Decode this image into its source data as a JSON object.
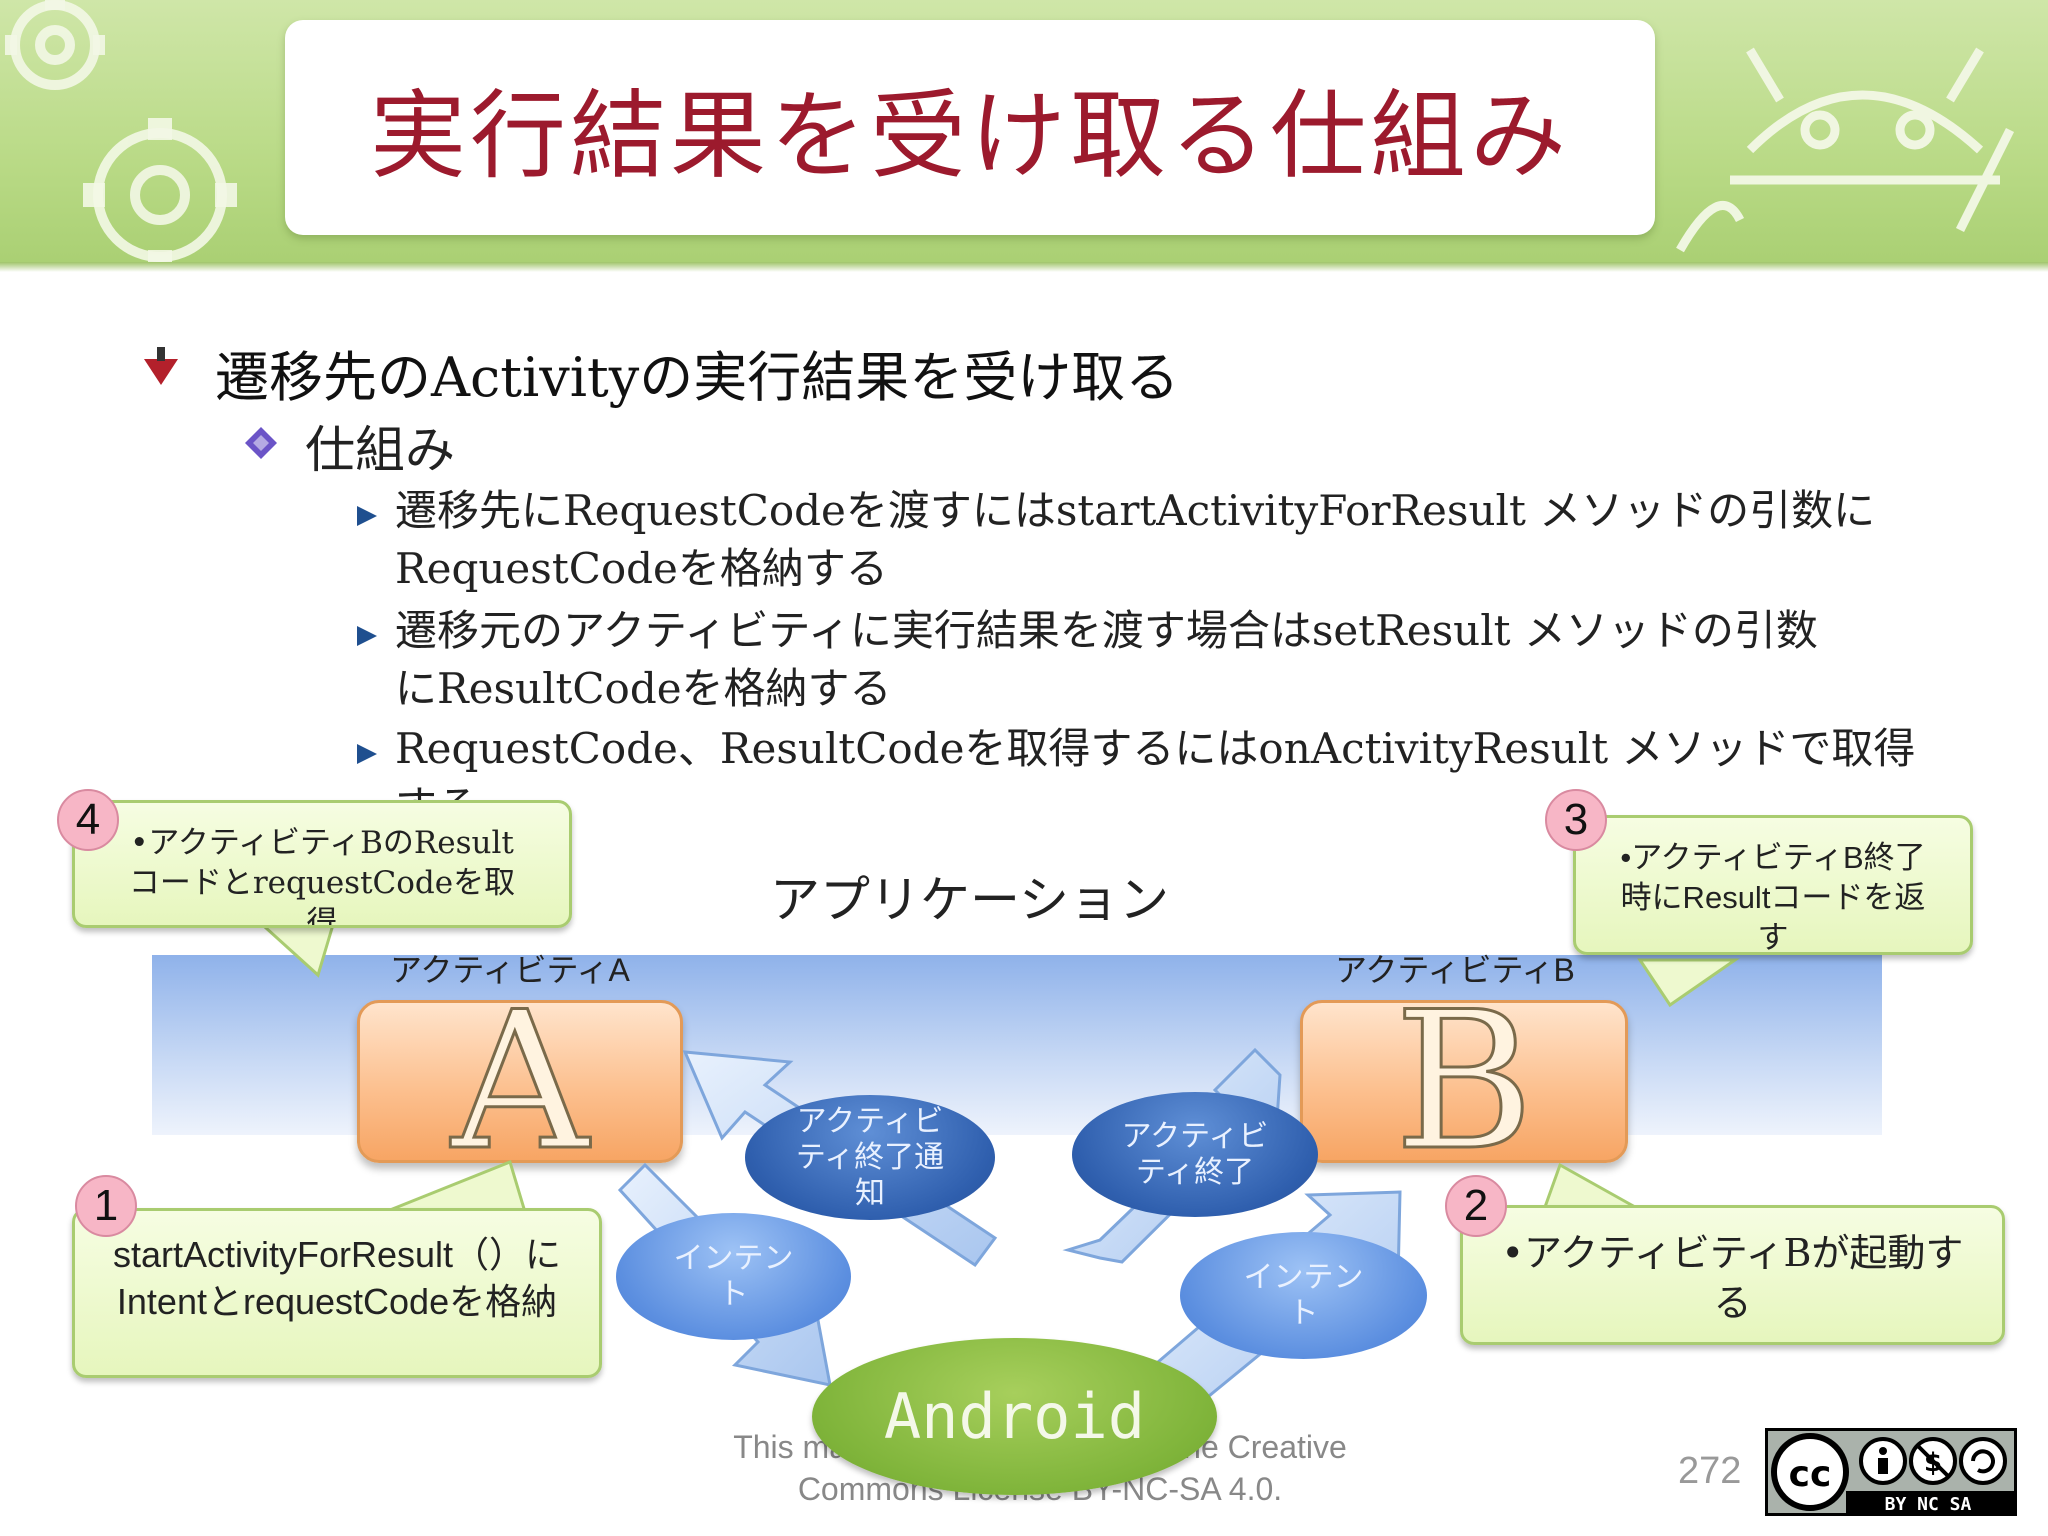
{
  "slide": {
    "title": "実行結果を受け取る仕組み",
    "bullet1": "遷移先のActivityの実行結果を受け取る",
    "bullet2": "仕組み",
    "sub1_line1": "遷移先にRequestCodeを渡すにはstartActivityForResult メソッドの引数に",
    "sub1_line2": "RequestCodeを格納する",
    "sub2_line1": "遷移元のアクティビティに実行結果を渡す場合はsetResult メソッドの引数",
    "sub2_line2": "にResultCodeを格納する",
    "sub3_line1": "RequestCode、ResultCodeを取得するにはonActivityResult メソッドで取得",
    "sub3_line2": "する"
  },
  "diagram": {
    "application_label": "アプリケーション",
    "activity_a_caption": "アクティビティA",
    "activity_b_caption": "アクティビティB",
    "activity_a_letter": "A",
    "activity_b_letter": "B",
    "ellipse_notify": "アクティビティ終了通知",
    "ellipse_finish": "アクティビティ終了",
    "ellipse_intent_left": "インテント",
    "ellipse_intent_right": "インテント",
    "android_label": "Android",
    "callout1": {
      "number": "1",
      "text": "startActivityForResult（）にIntentとrequestCodeを格納"
    },
    "callout2": {
      "number": "2",
      "text": "•アクティビティBが起動する"
    },
    "callout3": {
      "number": "3",
      "text": "•アクティビティB終了時にResultコードを返す"
    },
    "callout4": {
      "number": "4",
      "text": "•アクティビティBのResultコードとrequestCodeを取得"
    }
  },
  "footer": {
    "license_line1": "This material is licensed under the Creative",
    "license_line2": "Commons License BY-NC-SA 4.0.",
    "page_number": "272",
    "cc_badge_text": "BY NC SA"
  }
}
